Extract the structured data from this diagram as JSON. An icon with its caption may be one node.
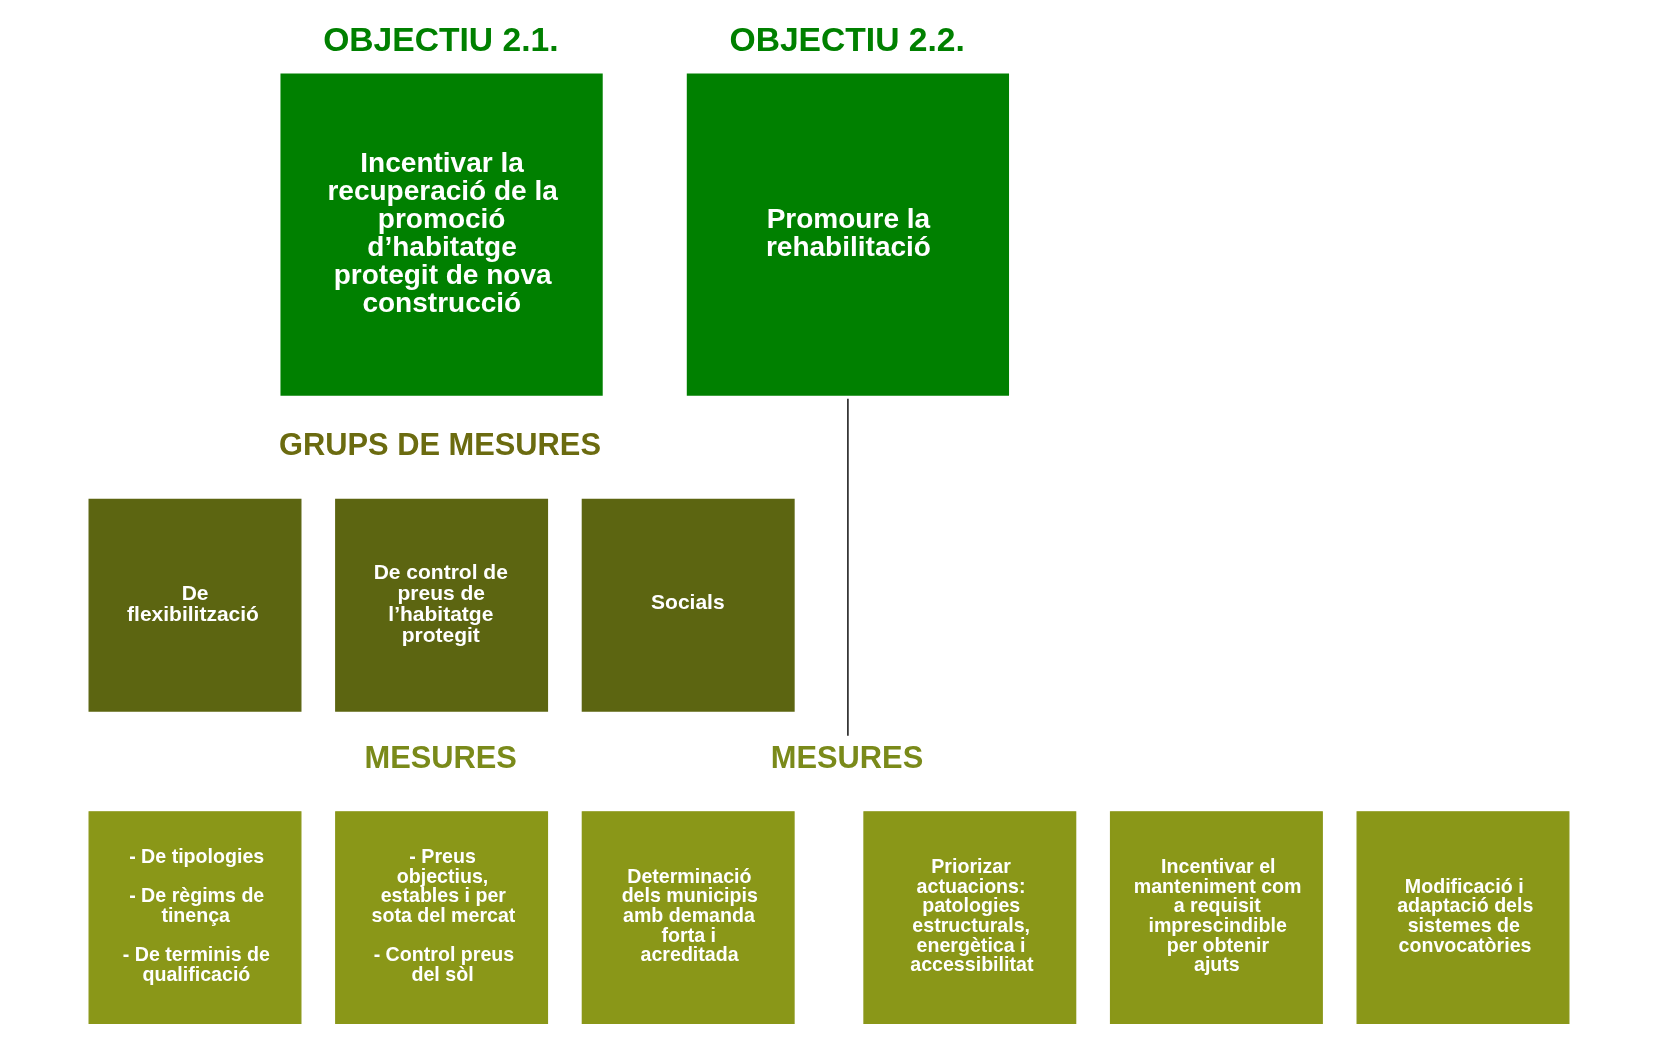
{
  "diagram": {
    "nodes": [
      {
        "text": [
          "OBJECTIU 2.1.",
          "Incentivar la recuperació de la promoció d’habitatge protegit de nova construcció"
        ]
      },
      {
        "text": [
          "OBJECTIU 2.2.",
          "Promoure la rehabilitació"
        ]
      },
      {
        "text": [
          "De flexibilització"
        ]
      },
      {
        "text": [
          "De control de preus de l’habitatge protegit"
        ]
      },
      {
        "text": [
          "Socials"
        ]
      },
      {
        "text": [
          "- De tipologies",
          "- De règims de tinença",
          "- De terminis de qualificació"
        ]
      },
      {
        "text": [
          "- Preus objectius, estables i per sota del mercat",
          "- Control preus del sòl"
        ]
      },
      {
        "text": [
          "Determinació dels municipis amb demanda forta i acreditada"
        ]
      },
      {
        "text": [
          "MESURES"
        ]
      },
      {
        "text": [
          "Priorizar actuacions: patologies estructurals, energètica i accessibilitat"
        ]
      },
      {
        "text": [
          "Incentivar el manteniment com a requisit imprescindible per obtenir ajuts"
        ]
      },
      {
        "text": [
          "Modificació i adaptació dels sistemes de convocatòries"
        ]
      }
    ],
    "edges": [
      {
        "from": 1,
        "to": 8,
        "arrow": "none"
      }
    ],
    "labels": [
      "GRUPS DE MESURES",
      "MESURES"
    ]
  }
}
